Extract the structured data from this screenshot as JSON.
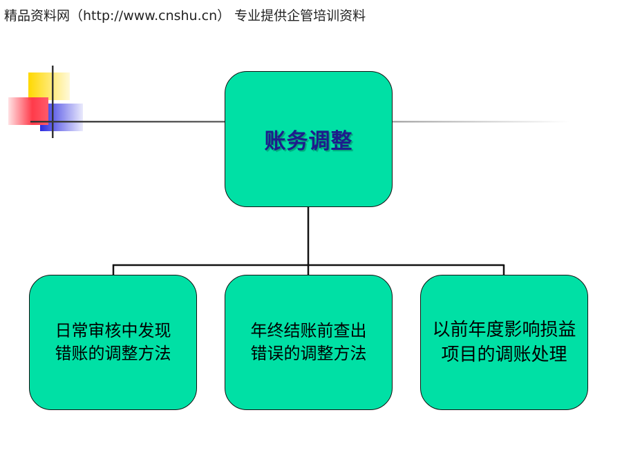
{
  "header": {
    "watermark": "精品资料网（http://www.cnshu.cn） 专业提供企管培训资料"
  },
  "diagram": {
    "root": {
      "label": "账务调整"
    },
    "children": [
      {
        "label": "日常审核中发现\n错账的调整方法"
      },
      {
        "label": "年终结账前查出\n错误的调整方法"
      },
      {
        "label": "以前年度影响损益\n项目的调账处理"
      }
    ]
  },
  "colors": {
    "box_fill": "#00e0a5",
    "root_text": "#1d1d8c",
    "deco_yellow": "#ffd800",
    "deco_red": "#ff3b4a",
    "deco_blue": "#2b2be0"
  }
}
